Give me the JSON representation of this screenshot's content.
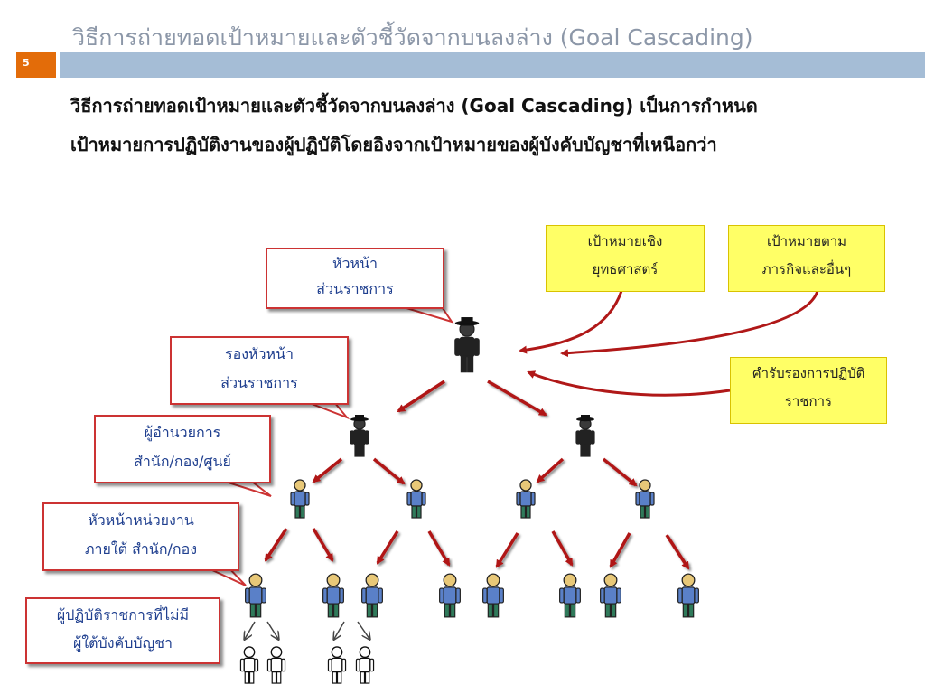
{
  "slide": {
    "title": "วิธีการถ่ายทอดเป้าหมายและตัวชี้วัดจากบนลงล่าง (Goal Cascading)",
    "page_number": "5",
    "body_line1": "วิธีการถ่ายทอดเป้าหมายและตัวชี้วัดจากบนลงล่าง (Goal Cascading) เป็นการกำหนด",
    "body_line2": "เป้าหมายการปฏิบัติงานของผู้ปฏิบัติโดยอิงจากเป้าหมายของผู้บังคับบัญชาที่เหนือกว่า"
  },
  "callouts": {
    "head": [
      "หัวหน้า",
      "ส่วนราชการ"
    ],
    "deputy": [
      "รองหัวหน้า",
      "ส่วนราชการ"
    ],
    "director": [
      "ผู้อำนวยการ",
      "สำนัก/กอง/ศูนย์"
    ],
    "unit_head": [
      "หัวหน้าหน่วยงาน",
      "ภายใต้ สำนัก/กอง"
    ],
    "staff": [
      "ผู้ปฏิบัติราชการที่ไม่มี",
      "ผู้ใต้บังคับบัญชา"
    ]
  },
  "inputs": {
    "strategic": [
      "เป้าหมายเชิง",
      "ยุทธศาสตร์"
    ],
    "mission": [
      "เป้าหมายตาม",
      "ภารกิจและอื่นๆ"
    ],
    "agreement": [
      "คำรับรองการปฏิบัติ",
      "ราชการ"
    ]
  },
  "colors": {
    "accent_orange": "#e36c09",
    "header_bar": "#a5bdd6",
    "arrow_red": "#b01818",
    "callout_border": "#cc3333",
    "callout_text": "#1f3f8f",
    "yellow_box": "#ffff66"
  }
}
